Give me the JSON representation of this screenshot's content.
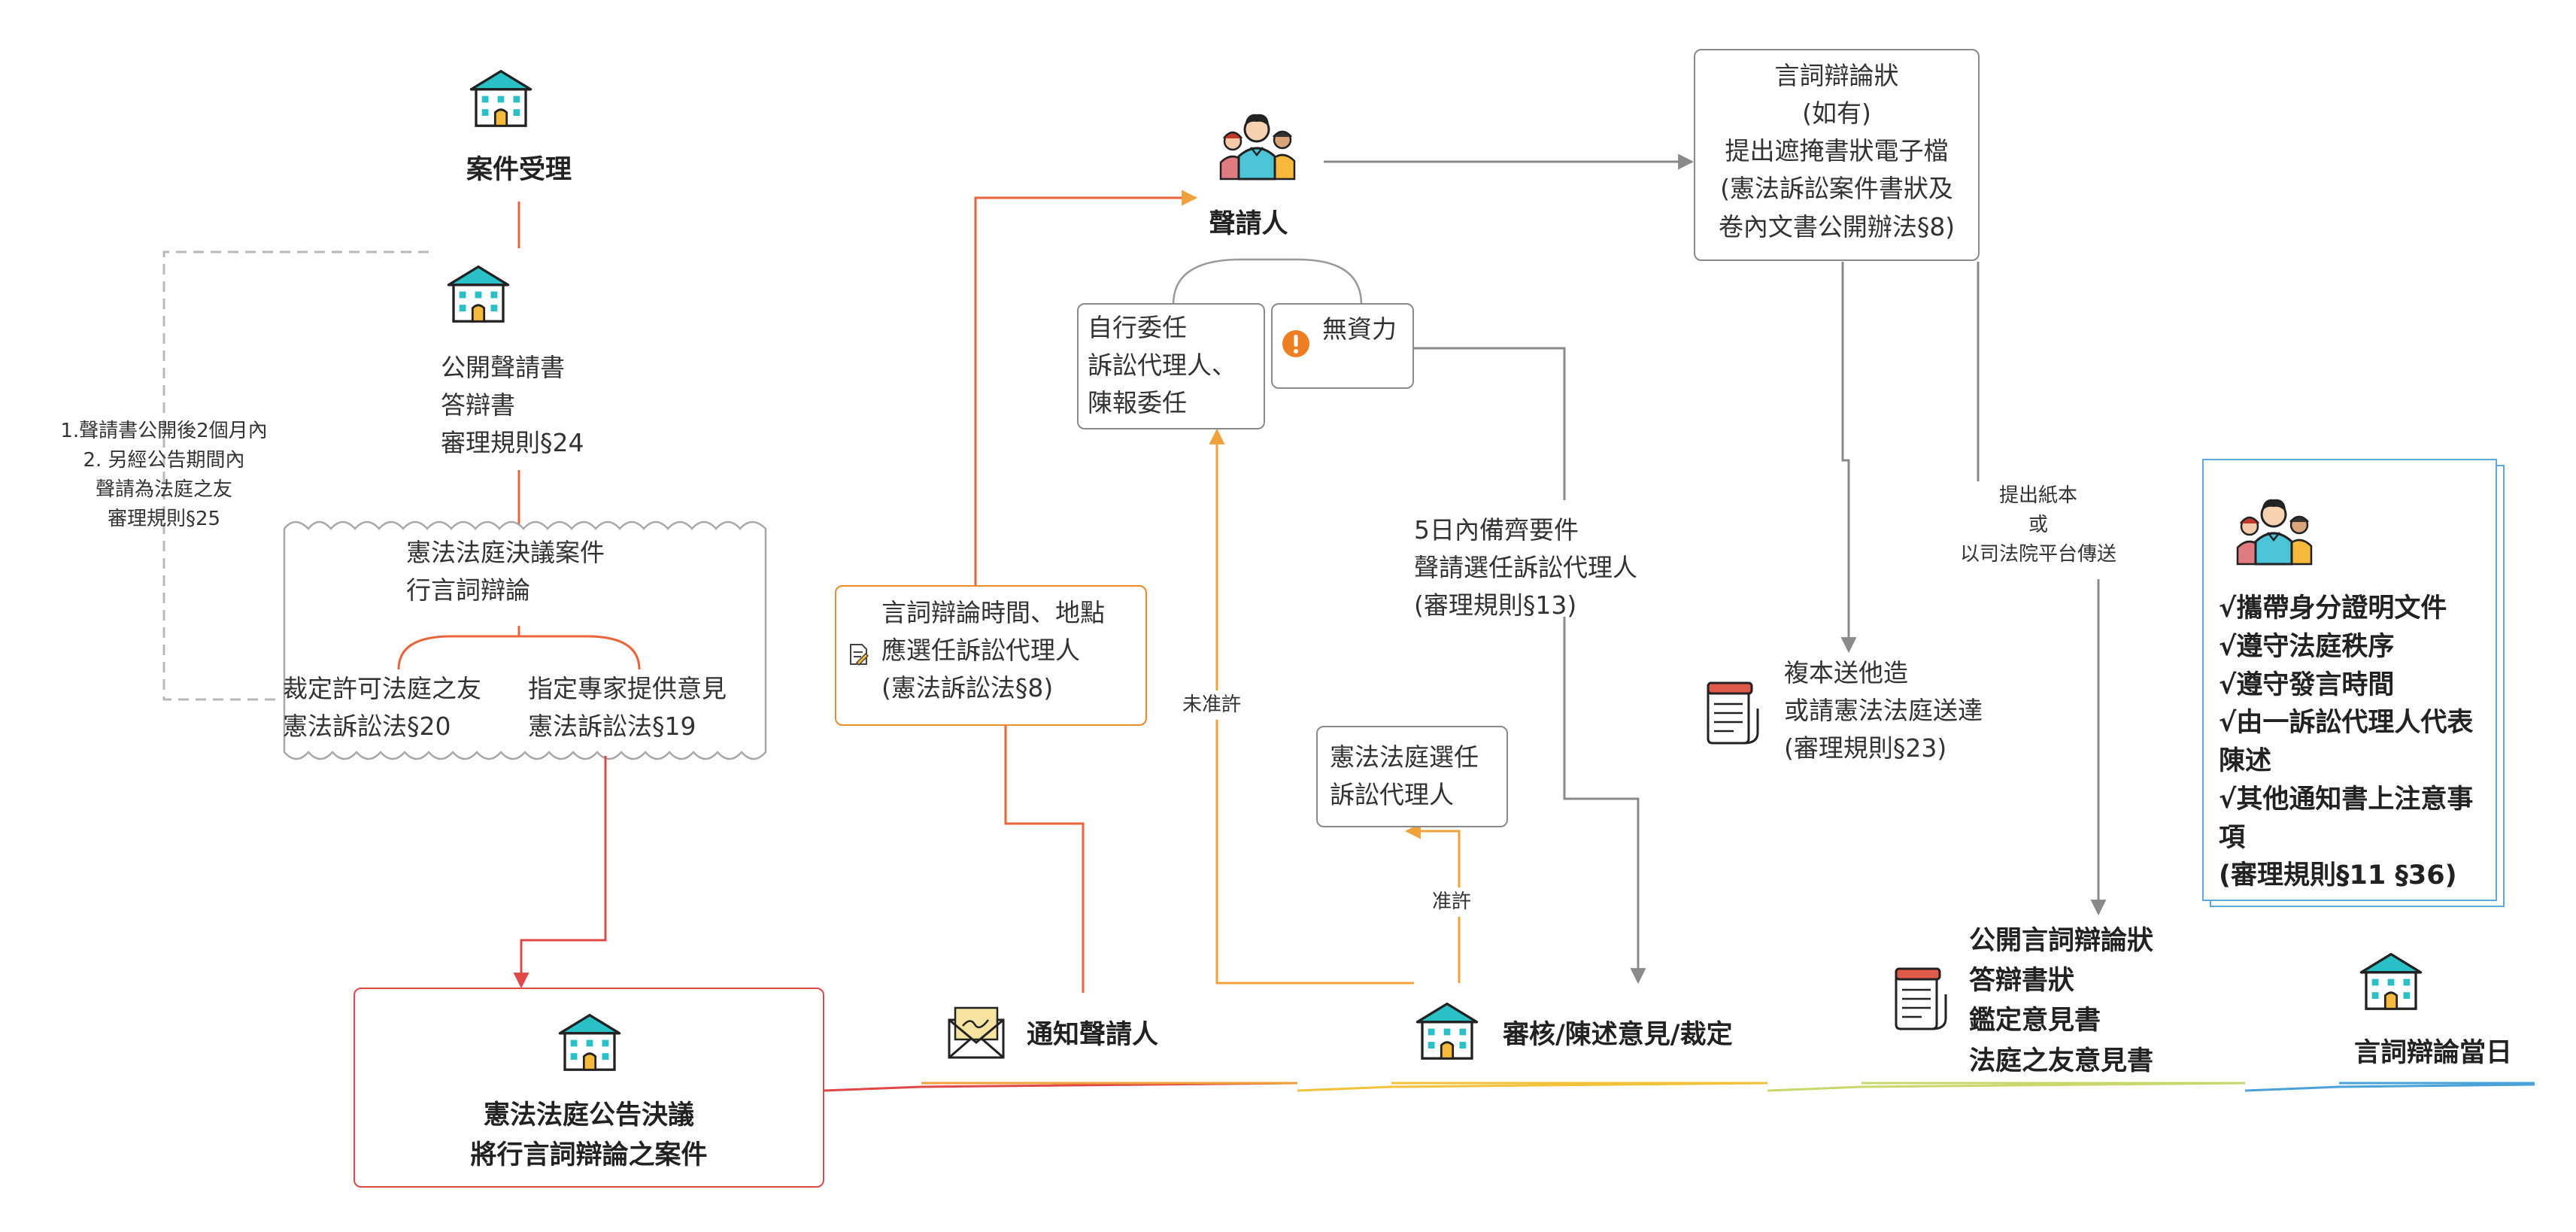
{
  "colors": {
    "orange": "#f0a23a",
    "red_orange": "#e8663a",
    "red": "#e04848",
    "gray": "#8a8a8a",
    "yellow": "#f2c23a",
    "green": "#c9d86b",
    "blue": "#4aa3d8",
    "building_roof": "#29c0c8",
    "building_door": "#f6b93b",
    "warning": "#ef7d22"
  },
  "left": {
    "case_accept": "案件受理",
    "public_docs": "公開聲請書\n答辯書\n審理規則§24",
    "side_note": "1.聲請書公開後2個月內\n2. 另經公告期間內\n聲請為法庭之友\n審理規則§25",
    "cloud_title": "憲法法庭決議案件\n行言詞辯論",
    "cloud_left": "裁定許可法庭之友\n憲法訴訟法§20",
    "cloud_right": "指定專家提供意見\n憲法訴訟法§19",
    "announce": "憲法法庭公告決議\n將行言詞辯論之案件"
  },
  "middle": {
    "petitioner": "聲請人",
    "self_appoint": "自行委任\n訴訟代理人、\n陳報委任",
    "no_means": "無資力",
    "notice_box": "言詞辯論時間、地點\n應選任訴訟代理人\n(憲法訴訟法§8)",
    "not_granted": "未准許",
    "five_days": "5日內備齊要件\n聲請選任訴訟代理人\n(審理規則§13)",
    "court_appoint": "憲法法庭選任\n訴訟代理人",
    "granted": "准許",
    "notify_petitioner": "通知聲請人",
    "review": "審核/陳述意見/裁定"
  },
  "right": {
    "brief_box": "言詞辯論狀\n(如有)\n提出遮掩書狀電子檔\n(憲法訴訟案件書狀及\n卷內文書公開辦法§8)",
    "copies": "複本送他造\n或請憲法法庭送達\n(審理規則§23)",
    "paper_or_platform": "提出紙本\n或\n以司法院平台傳送",
    "public_briefs": "公開言詞辯論狀\n答辯書狀\n鑑定意見書\n法庭之友意見書",
    "hearing_day": "言詞辯論當日",
    "notes": [
      "√攜帶身分證明文件",
      "√遵守法庭秩序",
      "√遵守發言時間",
      "√由一訴訟代理人代表\n陳述",
      "√其他通知書上注意事\n項",
      "(審理規則§11 §36)"
    ]
  }
}
